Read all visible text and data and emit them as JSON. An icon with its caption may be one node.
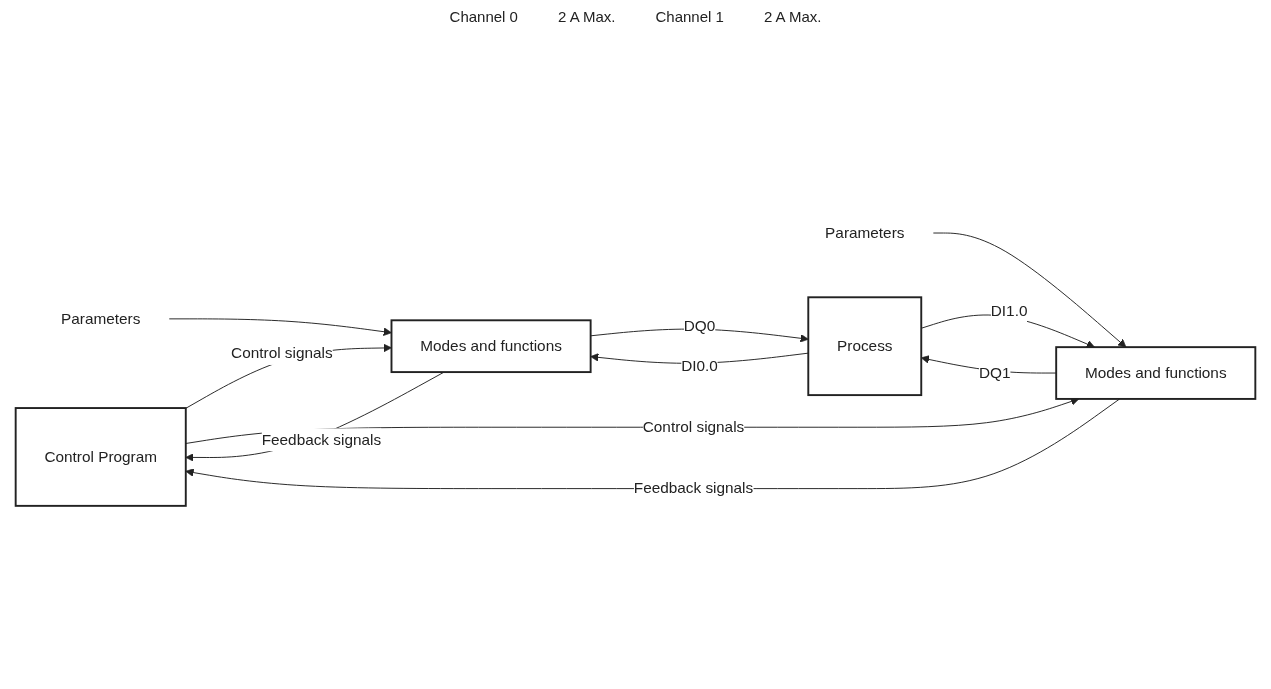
{
  "diagram": {
    "nodes": [
      {
        "text": [
          "Control Program"
        ]
      },
      {
        "text": [
          "Parameters"
        ]
      },
      {
        "text": [
          "Modes and functions"
        ]
      },
      {
        "text": [
          "Parameters"
        ]
      },
      {
        "text": [
          "Modes and functions"
        ]
      },
      {
        "text": [
          "Process"
        ]
      }
    ],
    "edges": [
      {
        "from": 1,
        "to": 2,
        "arrow": "to"
      },
      {
        "from": 0,
        "to": 2,
        "label": "Control signals",
        "arrow": "to"
      },
      {
        "from": 2,
        "to": 0,
        "label": "Feedback signals",
        "arrow": "to"
      },
      {
        "from": 2,
        "to": 5,
        "label": "DQ0",
        "arrow": "to"
      },
      {
        "from": 5,
        "to": 2,
        "label": "DI0.0",
        "arrow": "to"
      },
      {
        "from": 3,
        "to": 4,
        "arrow": "to"
      },
      {
        "from": 0,
        "to": 4,
        "label": "Control signals",
        "arrow": "to"
      },
      {
        "from": 4,
        "to": 0,
        "label": "Feedback signals",
        "arrow": "to"
      },
      {
        "from": 4,
        "to": 5,
        "label": "DQ1",
        "arrow": "to"
      },
      {
        "from": 5,
        "to": 4,
        "label": "DI1.0",
        "arrow": "to"
      }
    ],
    "labels": [
      "Channel 0",
      "2 A Max.",
      "Channel 1",
      "2 A Max."
    ]
  }
}
